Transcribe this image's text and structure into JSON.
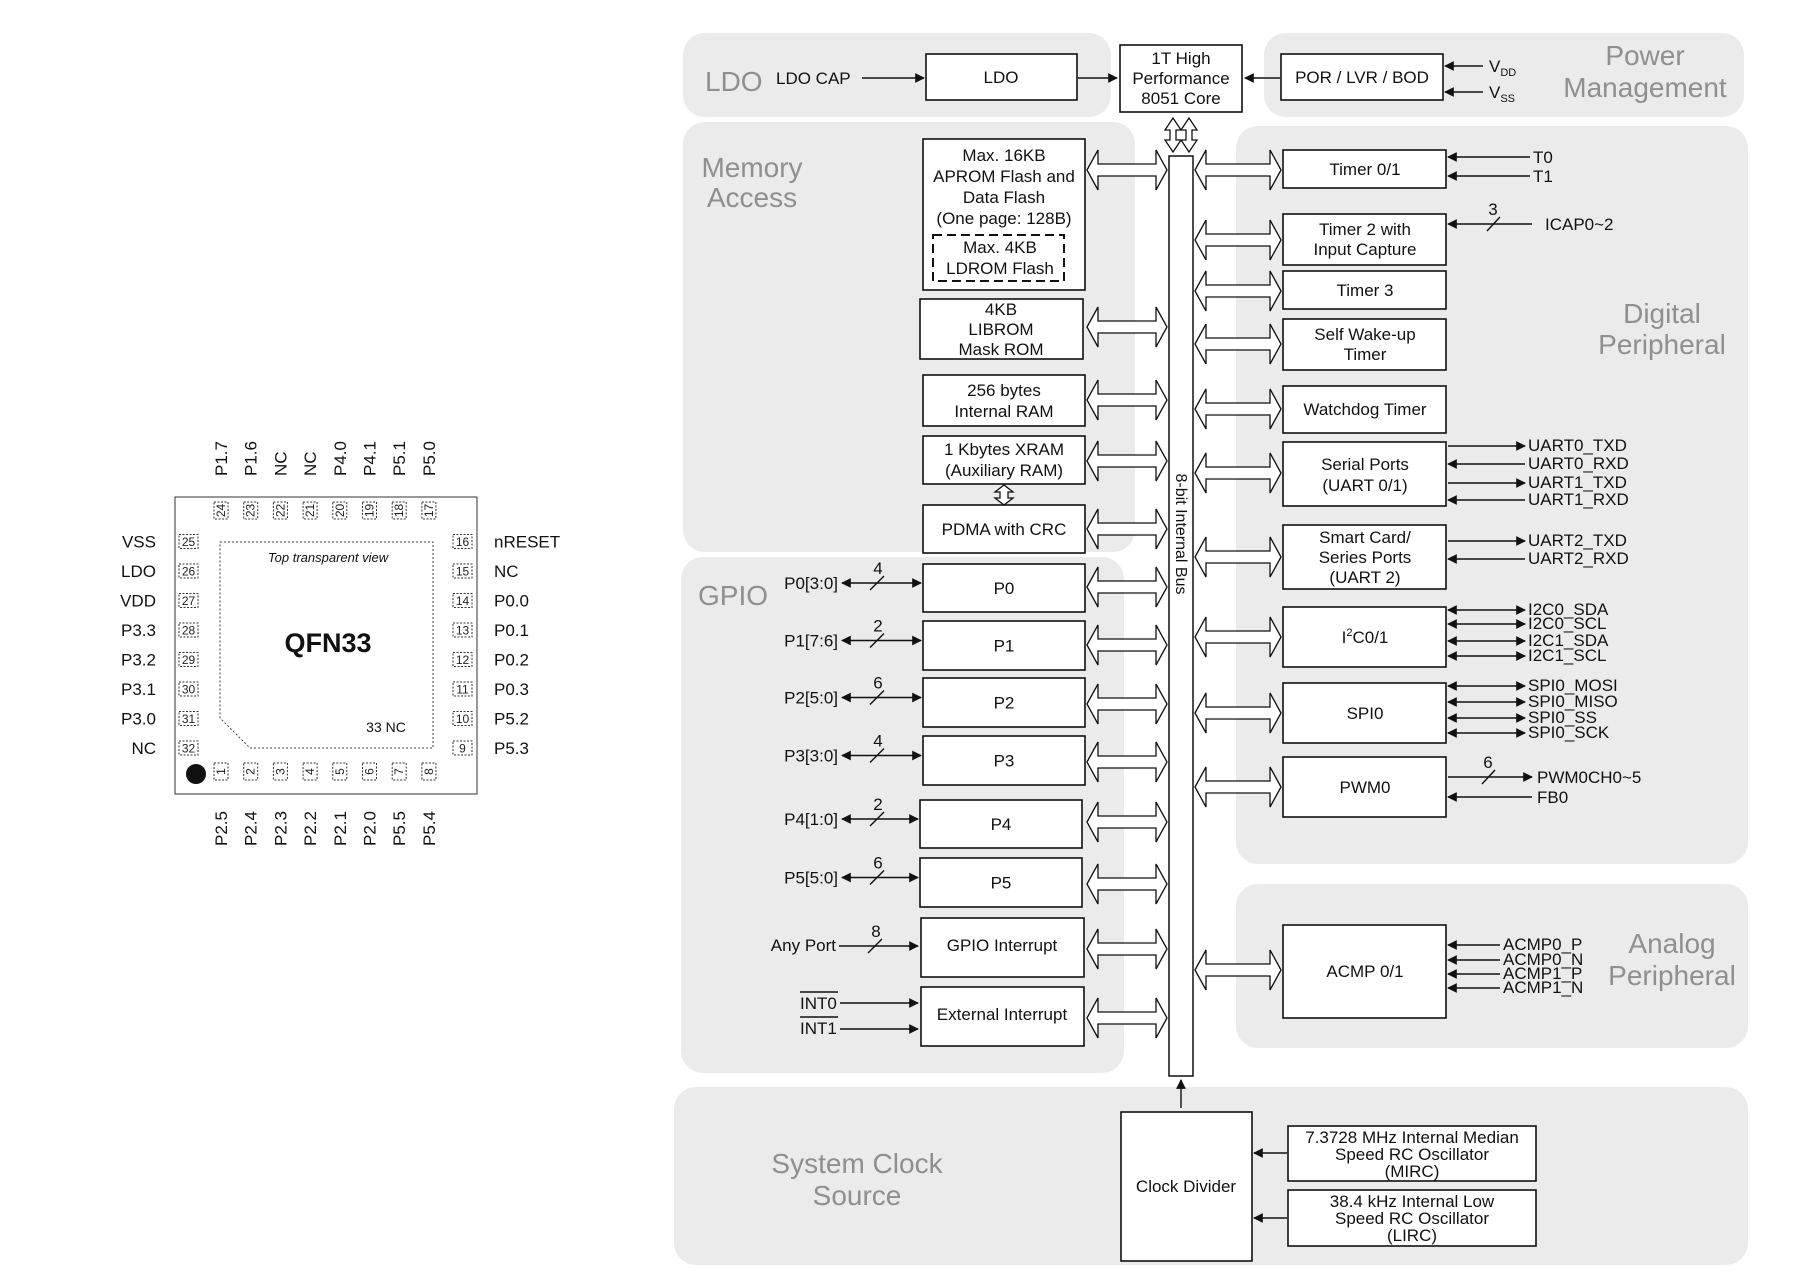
{
  "package": {
    "name": "QFN33",
    "view_label": "Top transparent view",
    "center_pin": "33 NC",
    "top_pins": [
      {
        "num": "24",
        "name": "P1.7"
      },
      {
        "num": "23",
        "name": "P1.6"
      },
      {
        "num": "22",
        "name": "NC"
      },
      {
        "num": "21",
        "name": "NC"
      },
      {
        "num": "20",
        "name": "P4.0"
      },
      {
        "num": "19",
        "name": "P4.1"
      },
      {
        "num": "18",
        "name": "P5.1"
      },
      {
        "num": "17",
        "name": "P5.0"
      }
    ],
    "left_pins": [
      {
        "num": "25",
        "name": "VSS"
      },
      {
        "num": "26",
        "name": "LDO"
      },
      {
        "num": "27",
        "name": "VDD"
      },
      {
        "num": "28",
        "name": "P3.3"
      },
      {
        "num": "29",
        "name": "P3.2"
      },
      {
        "num": "30",
        "name": "P3.1"
      },
      {
        "num": "31",
        "name": "P3.0"
      },
      {
        "num": "32",
        "name": "NC"
      }
    ],
    "right_pins": [
      {
        "num": "16",
        "name": "nRESET"
      },
      {
        "num": "15",
        "name": "NC"
      },
      {
        "num": "14",
        "name": "P0.0"
      },
      {
        "num": "13",
        "name": "P0.1"
      },
      {
        "num": "12",
        "name": "P0.2"
      },
      {
        "num": "11",
        "name": "P0.3"
      },
      {
        "num": "10",
        "name": "P5.2"
      },
      {
        "num": "9",
        "name": "P5.3"
      }
    ],
    "bottom_pins": [
      {
        "num": "1",
        "name": "P2.5"
      },
      {
        "num": "2",
        "name": "P2.4"
      },
      {
        "num": "3",
        "name": "P2.3"
      },
      {
        "num": "4",
        "name": "P2.2"
      },
      {
        "num": "5",
        "name": "P2.1"
      },
      {
        "num": "6",
        "name": "P2.0"
      },
      {
        "num": "7",
        "name": "P5.5"
      },
      {
        "num": "8",
        "name": "P5.4"
      }
    ]
  },
  "regions": {
    "ldo": "LDO",
    "power_1": "Power",
    "power_2": "Management",
    "memory_1": "Memory",
    "memory_2": "Access",
    "digital_1": "Digital",
    "digital_2": "Peripheral",
    "gpio": "GPIO",
    "analog_1": "Analog",
    "analog_2": "Peripheral",
    "clock_1": "System Clock",
    "clock_2": "Source"
  },
  "top": {
    "ldo_cap": "LDO CAP",
    "ldo": "LDO",
    "core": [
      "1T High",
      "Performance",
      "8051 Core"
    ],
    "por": "POR / LVR / BOD",
    "vdd_main": "V",
    "vdd_sub": "DD",
    "vss_main": "V",
    "vss_sub": "SS"
  },
  "bus": {
    "label": "8-bit Internal Bus"
  },
  "memory": {
    "aprom": [
      "Max. 16KB",
      "APROM Flash and",
      "Data Flash",
      "(One page: 128B)"
    ],
    "ldrom": [
      "Max. 4KB",
      "LDROM Flash"
    ],
    "librom": [
      "4KB",
      "LIBROM",
      "Mask ROM"
    ],
    "iram": [
      "256 bytes",
      "Internal RAM"
    ],
    "xram": [
      "1 Kbytes XRAM",
      "(Auxiliary RAM)"
    ],
    "pdma": "PDMA with CRC"
  },
  "gpio": {
    "ports": [
      {
        "signal": "P0[3:0]",
        "width": "4",
        "block": "P0"
      },
      {
        "signal": "P1[7:6]",
        "width": "2",
        "block": "P1"
      },
      {
        "signal": "P2[5:0]",
        "width": "6",
        "block": "P2"
      },
      {
        "signal": "P3[3:0]",
        "width": "4",
        "block": "P3"
      },
      {
        "signal": "P4[1:0]",
        "width": "2",
        "block": "P4"
      },
      {
        "signal": "P5[5:0]",
        "width": "6",
        "block": "P5"
      }
    ],
    "any_port": "Any Port",
    "any_port_width": "8",
    "gpio_interrupt": "GPIO Interrupt",
    "int0": "INT0",
    "int1": "INT1",
    "external_interrupt": "External Interrupt"
  },
  "digital": {
    "timer01": "Timer 0/1",
    "t0": "T0",
    "t1": "T1",
    "timer2": [
      "Timer 2 with",
      "Input Capture"
    ],
    "icap_width": "3",
    "icap": "ICAP0~2",
    "timer3": "Timer 3",
    "wakeup": [
      "Self Wake-up",
      "Timer"
    ],
    "watchdog": "Watchdog Timer",
    "serial": [
      "Serial Ports",
      "(UART 0/1)"
    ],
    "serial_signals": [
      "UART0_TXD",
      "UART0_RXD",
      "UART1_TXD",
      "UART1_RXD"
    ],
    "smartcard": [
      "Smart Card/",
      "Series Ports",
      "(UART 2)"
    ],
    "smartcard_signals": [
      "UART2_TXD",
      "UART2_RXD"
    ],
    "i2c_pre": "I",
    "i2c_sup": "2",
    "i2c_post": "C0/1",
    "i2c_signals": [
      "I2C0_SDA",
      "I2C0_SCL",
      "I2C1_SDA",
      "I2C1_SCL"
    ],
    "spi": "SPI0",
    "spi_signals": [
      "SPI0_MOSI",
      "SPI0_MISO",
      "SPI0_SS",
      "SPI0_SCK"
    ],
    "pwm": "PWM0",
    "pwm_width": "6",
    "pwm_out": "PWM0CH0~5",
    "fb": "FB0"
  },
  "analog": {
    "acmp": "ACMP 0/1",
    "signals": [
      "ACMP0_P",
      "ACMP0_N",
      "ACMP1_P",
      "ACMP1_N"
    ]
  },
  "clock": {
    "divider": "Clock Divider",
    "mirc": [
      "7.3728 MHz Internal Median",
      "Speed RC Oscillator",
      "(MIRC)"
    ],
    "lirc": [
      "38.4 kHz Internal Low",
      "Speed RC Oscillator",
      "(LIRC)"
    ]
  }
}
